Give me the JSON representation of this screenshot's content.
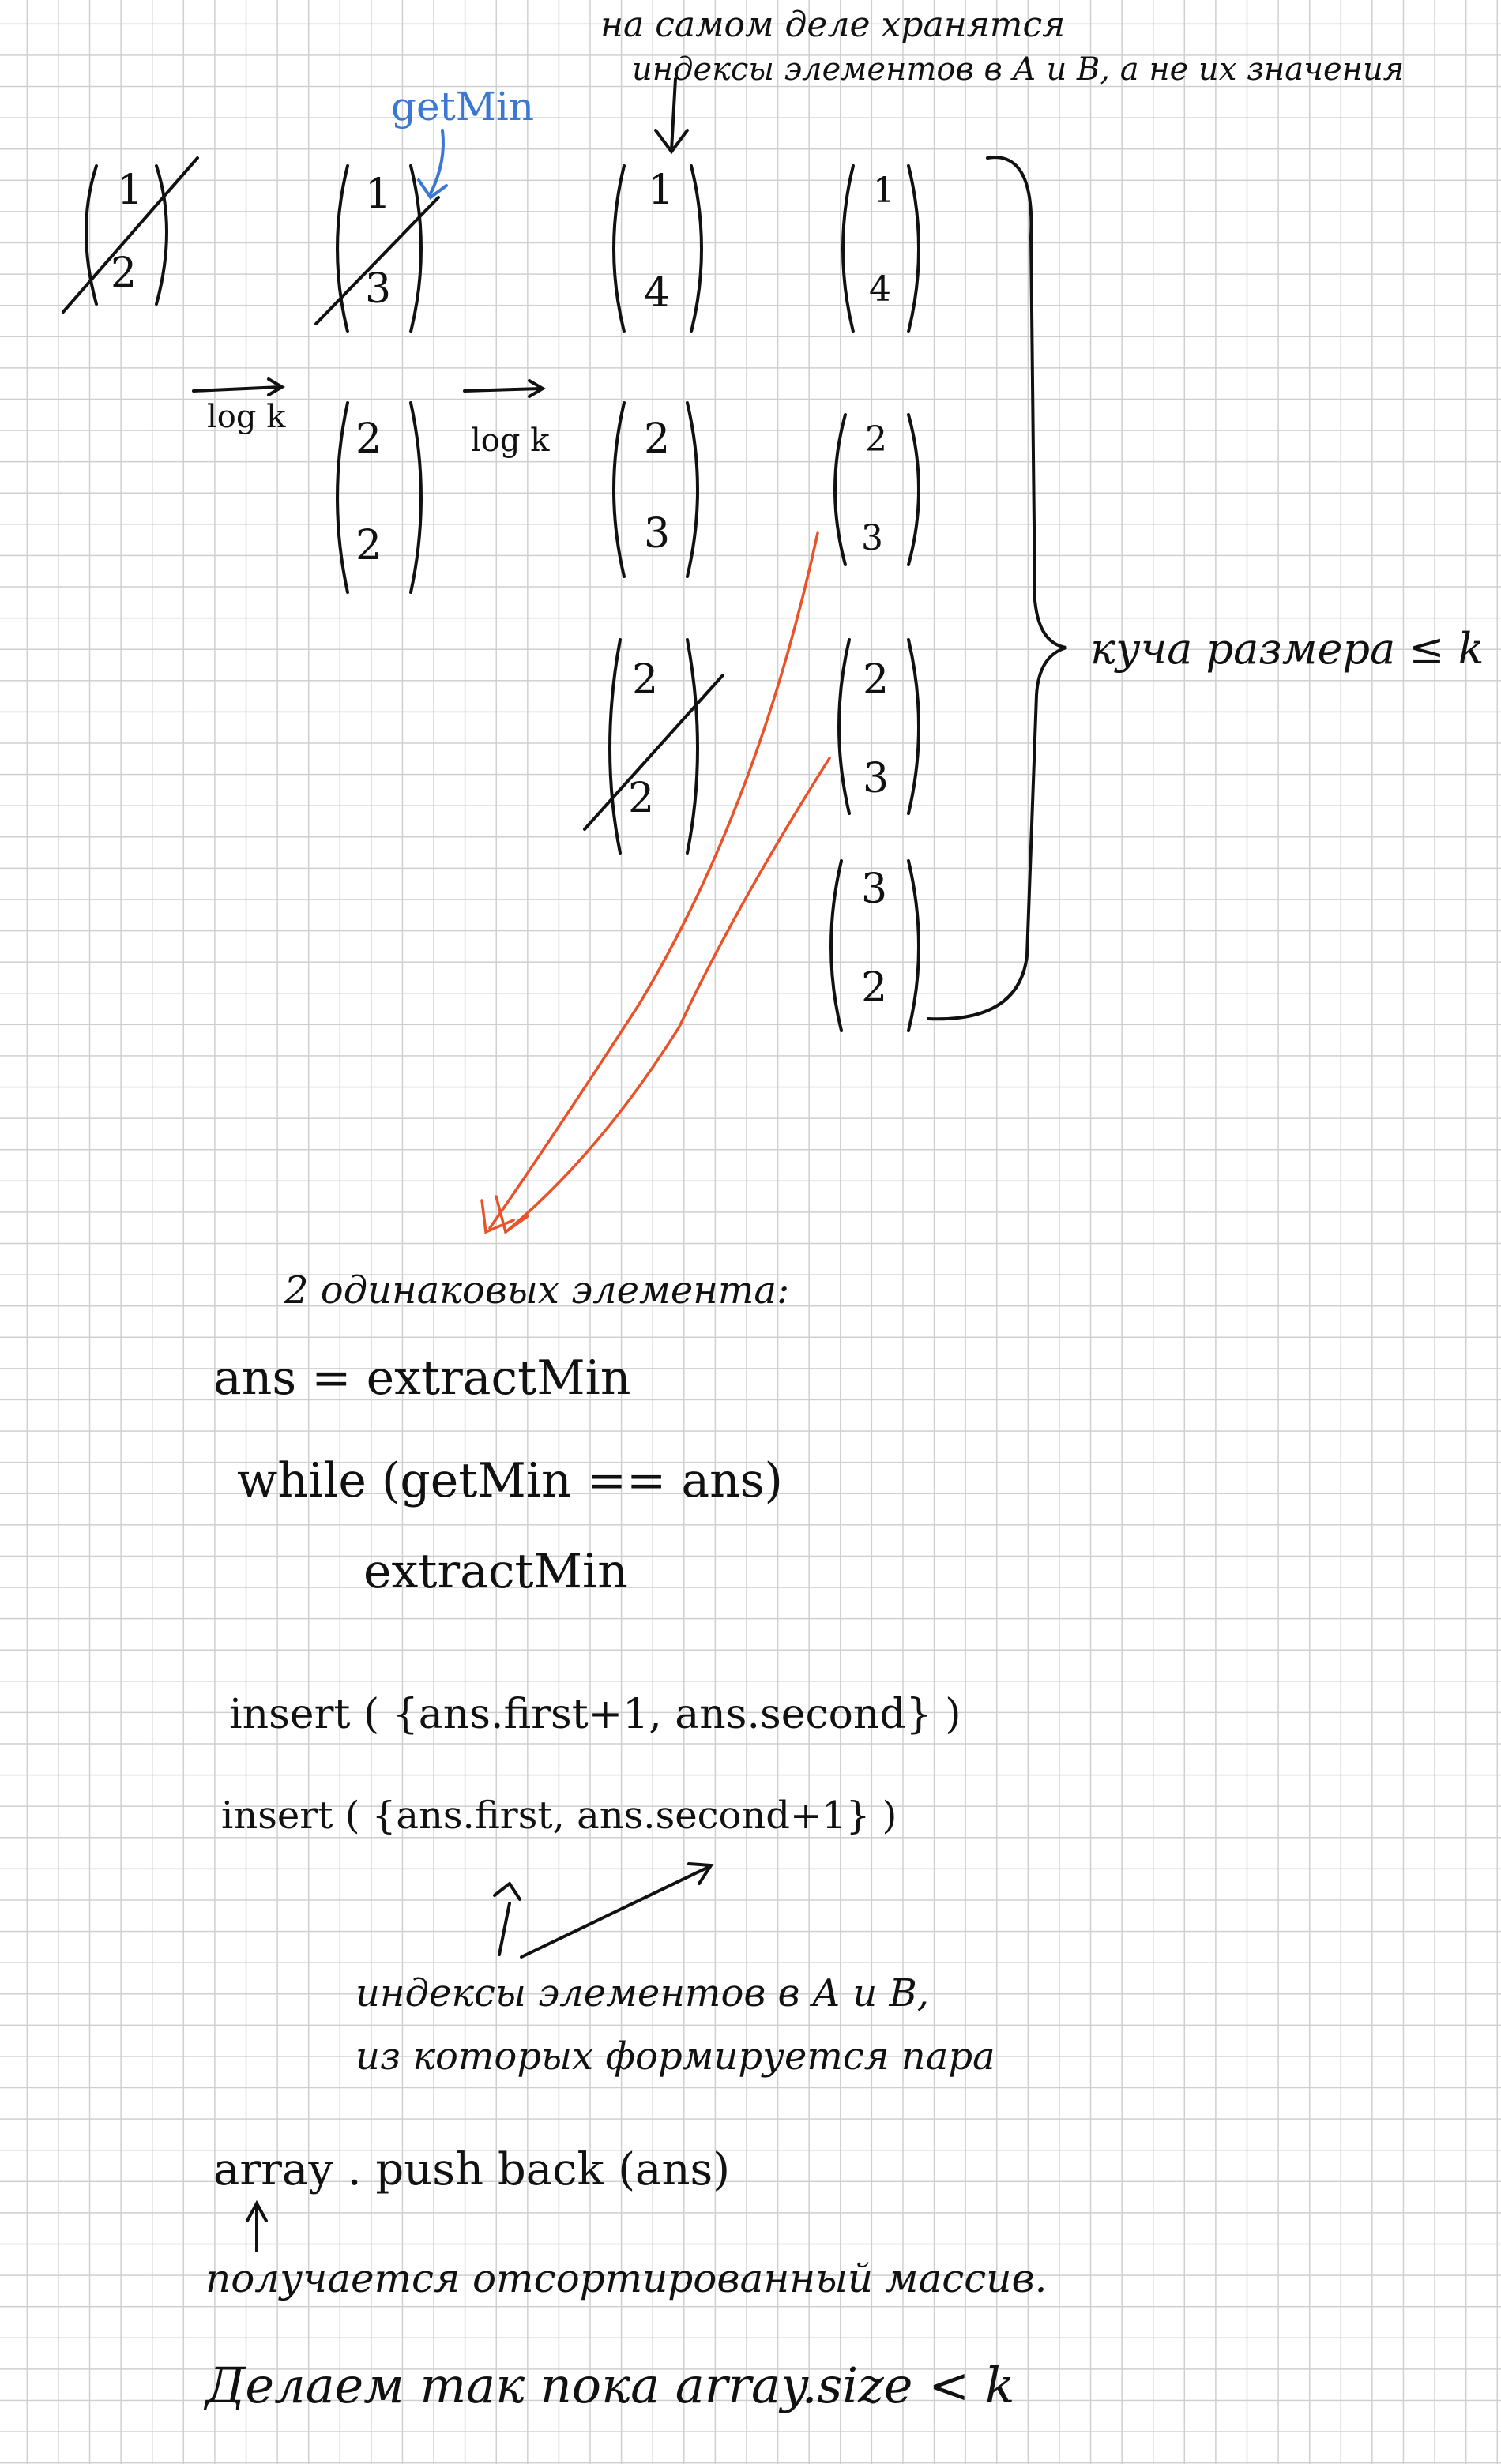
{
  "notes": {
    "top_line1": "на самом деле хранятся",
    "top_line2": "индексы элементов в А и В, а не их значения",
    "getmin_label": "getMin",
    "heap_label": "куча размера ≤ k",
    "same_elements": "2 одинаковых элемента:",
    "indices_line1": "индексы элементов в А и В,",
    "indices_line2": "из которых формируется пара",
    "sorted_note": "получается отсортированный массив.",
    "loop_note": "Делаем так пока array.size < k"
  },
  "arrows": {
    "log1": "log k",
    "log2": "log k"
  },
  "columns": [
    [
      {
        "top": "1",
        "bottom": "2",
        "crossed": true
      }
    ],
    [
      {
        "top": "1",
        "bottom": "3",
        "crossed": true
      },
      {
        "top": "2",
        "bottom": "2",
        "crossed": false
      }
    ],
    [
      {
        "top": "1",
        "bottom": "4",
        "crossed": false
      },
      {
        "top": "2",
        "bottom": "3",
        "crossed": false
      },
      {
        "top": "2",
        "bottom": "2",
        "crossed": true
      }
    ],
    [
      {
        "top": "1",
        "bottom": "4",
        "crossed": false
      },
      {
        "top": "2",
        "bottom": "3",
        "crossed": false
      },
      {
        "top": "2",
        "bottom": "3",
        "crossed": false
      },
      {
        "top": "3",
        "bottom": "2",
        "crossed": false
      }
    ]
  ],
  "code": {
    "line1": "ans =  extractMin",
    "line2": "while  (getMin == ans)",
    "line3": "extractMin",
    "line4": "insert ( {ans.first+1,  ans.second} )",
    "line5": "insert ( {ans.first,  ans.second+1} )",
    "line6": "array . push back (ans)"
  },
  "colors": {
    "ink": "#111111",
    "blue": "#3b78d4",
    "orange": "#e8532a",
    "grid": "#cfcfcf"
  }
}
